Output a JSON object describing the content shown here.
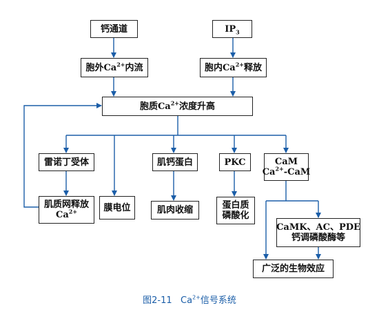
{
  "nodes": {
    "calcium_channel": "钙通道",
    "ip3_base": "IP",
    "ip3_sub": "3",
    "extracellular_influx_pre": "胞外Ca",
    "extracellular_influx_sup": "2+",
    "extracellular_influx_post": "内流",
    "intracellular_release_pre": "胞内Ca",
    "intracellular_release_sup": "2+",
    "intracellular_release_post": "释放",
    "cytosolic_rise_pre": "胞质Ca",
    "cytosolic_rise_sup": "2+",
    "cytosolic_rise_post": "浓度升高",
    "ryanodine_receptor": "雷诺丁受体",
    "sr_release_line1": "肌质网释放",
    "sr_release_line2": "Ca",
    "sr_release_sup": "2+",
    "membrane_potential": "膜电位",
    "troponin": "肌钙蛋白",
    "muscle_contraction": "肌肉收缩",
    "pkc": "PKC",
    "protein_phosphorylation_line1": "蛋白质",
    "protein_phosphorylation_line2": "磷酸化",
    "cam_line1": "CaM",
    "cam_line2_pre": "Ca",
    "cam_line2_sup": "2+",
    "cam_line2_post": "-CaM",
    "kinases_line1": "CaMK、AC、PDE",
    "kinases_line2": "钙调磷酸酶等",
    "broad_effects": "广泛的生物效应"
  },
  "caption": {
    "figure_no": "图2-11",
    "title_pre": "Ca",
    "title_sup": "2+",
    "title_post": "信号系统"
  },
  "colors": {
    "arrow": "#1b5ea8",
    "box_border": "#222222",
    "caption": "#1b5ea8"
  }
}
